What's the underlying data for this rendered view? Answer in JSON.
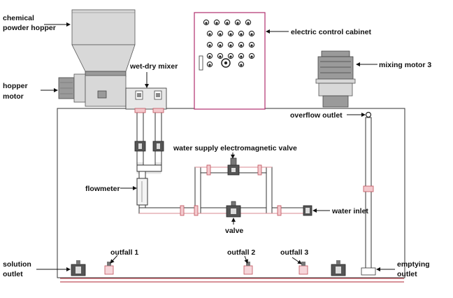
{
  "labels": {
    "chemical_powder_hopper_line1": "chemical",
    "chemical_powder_hopper_line2": "powder hopper",
    "hopper_motor_line1": "hopper",
    "hopper_motor_line2": "motor",
    "wet_dry_mixer": "wet-dry mixer",
    "electric_control_cabinet": "electric control cabinet",
    "mixing_motor_3": "mixing motor 3",
    "overflow_outlet": "overflow outlet",
    "water_supply_electromagnetic_valve": "water supply electromagnetic valve",
    "flowmeter": "flowmeter",
    "water_inlet": "water inlet",
    "valve": "valve",
    "solution_outlet_line1": "solution",
    "solution_outlet_line2": "outlet",
    "outfall_1": "outfall 1",
    "outfall_2": "outfall 2",
    "outfall_3": "outfall 3",
    "emptying_outlet_line1": "emptying",
    "emptying_outlet_line2": "outlet"
  },
  "colors": {
    "cabinet_border": "#b0306e",
    "tank_border": "#a04060",
    "pipe_flange": "#c0505a",
    "line": "#111111"
  }
}
